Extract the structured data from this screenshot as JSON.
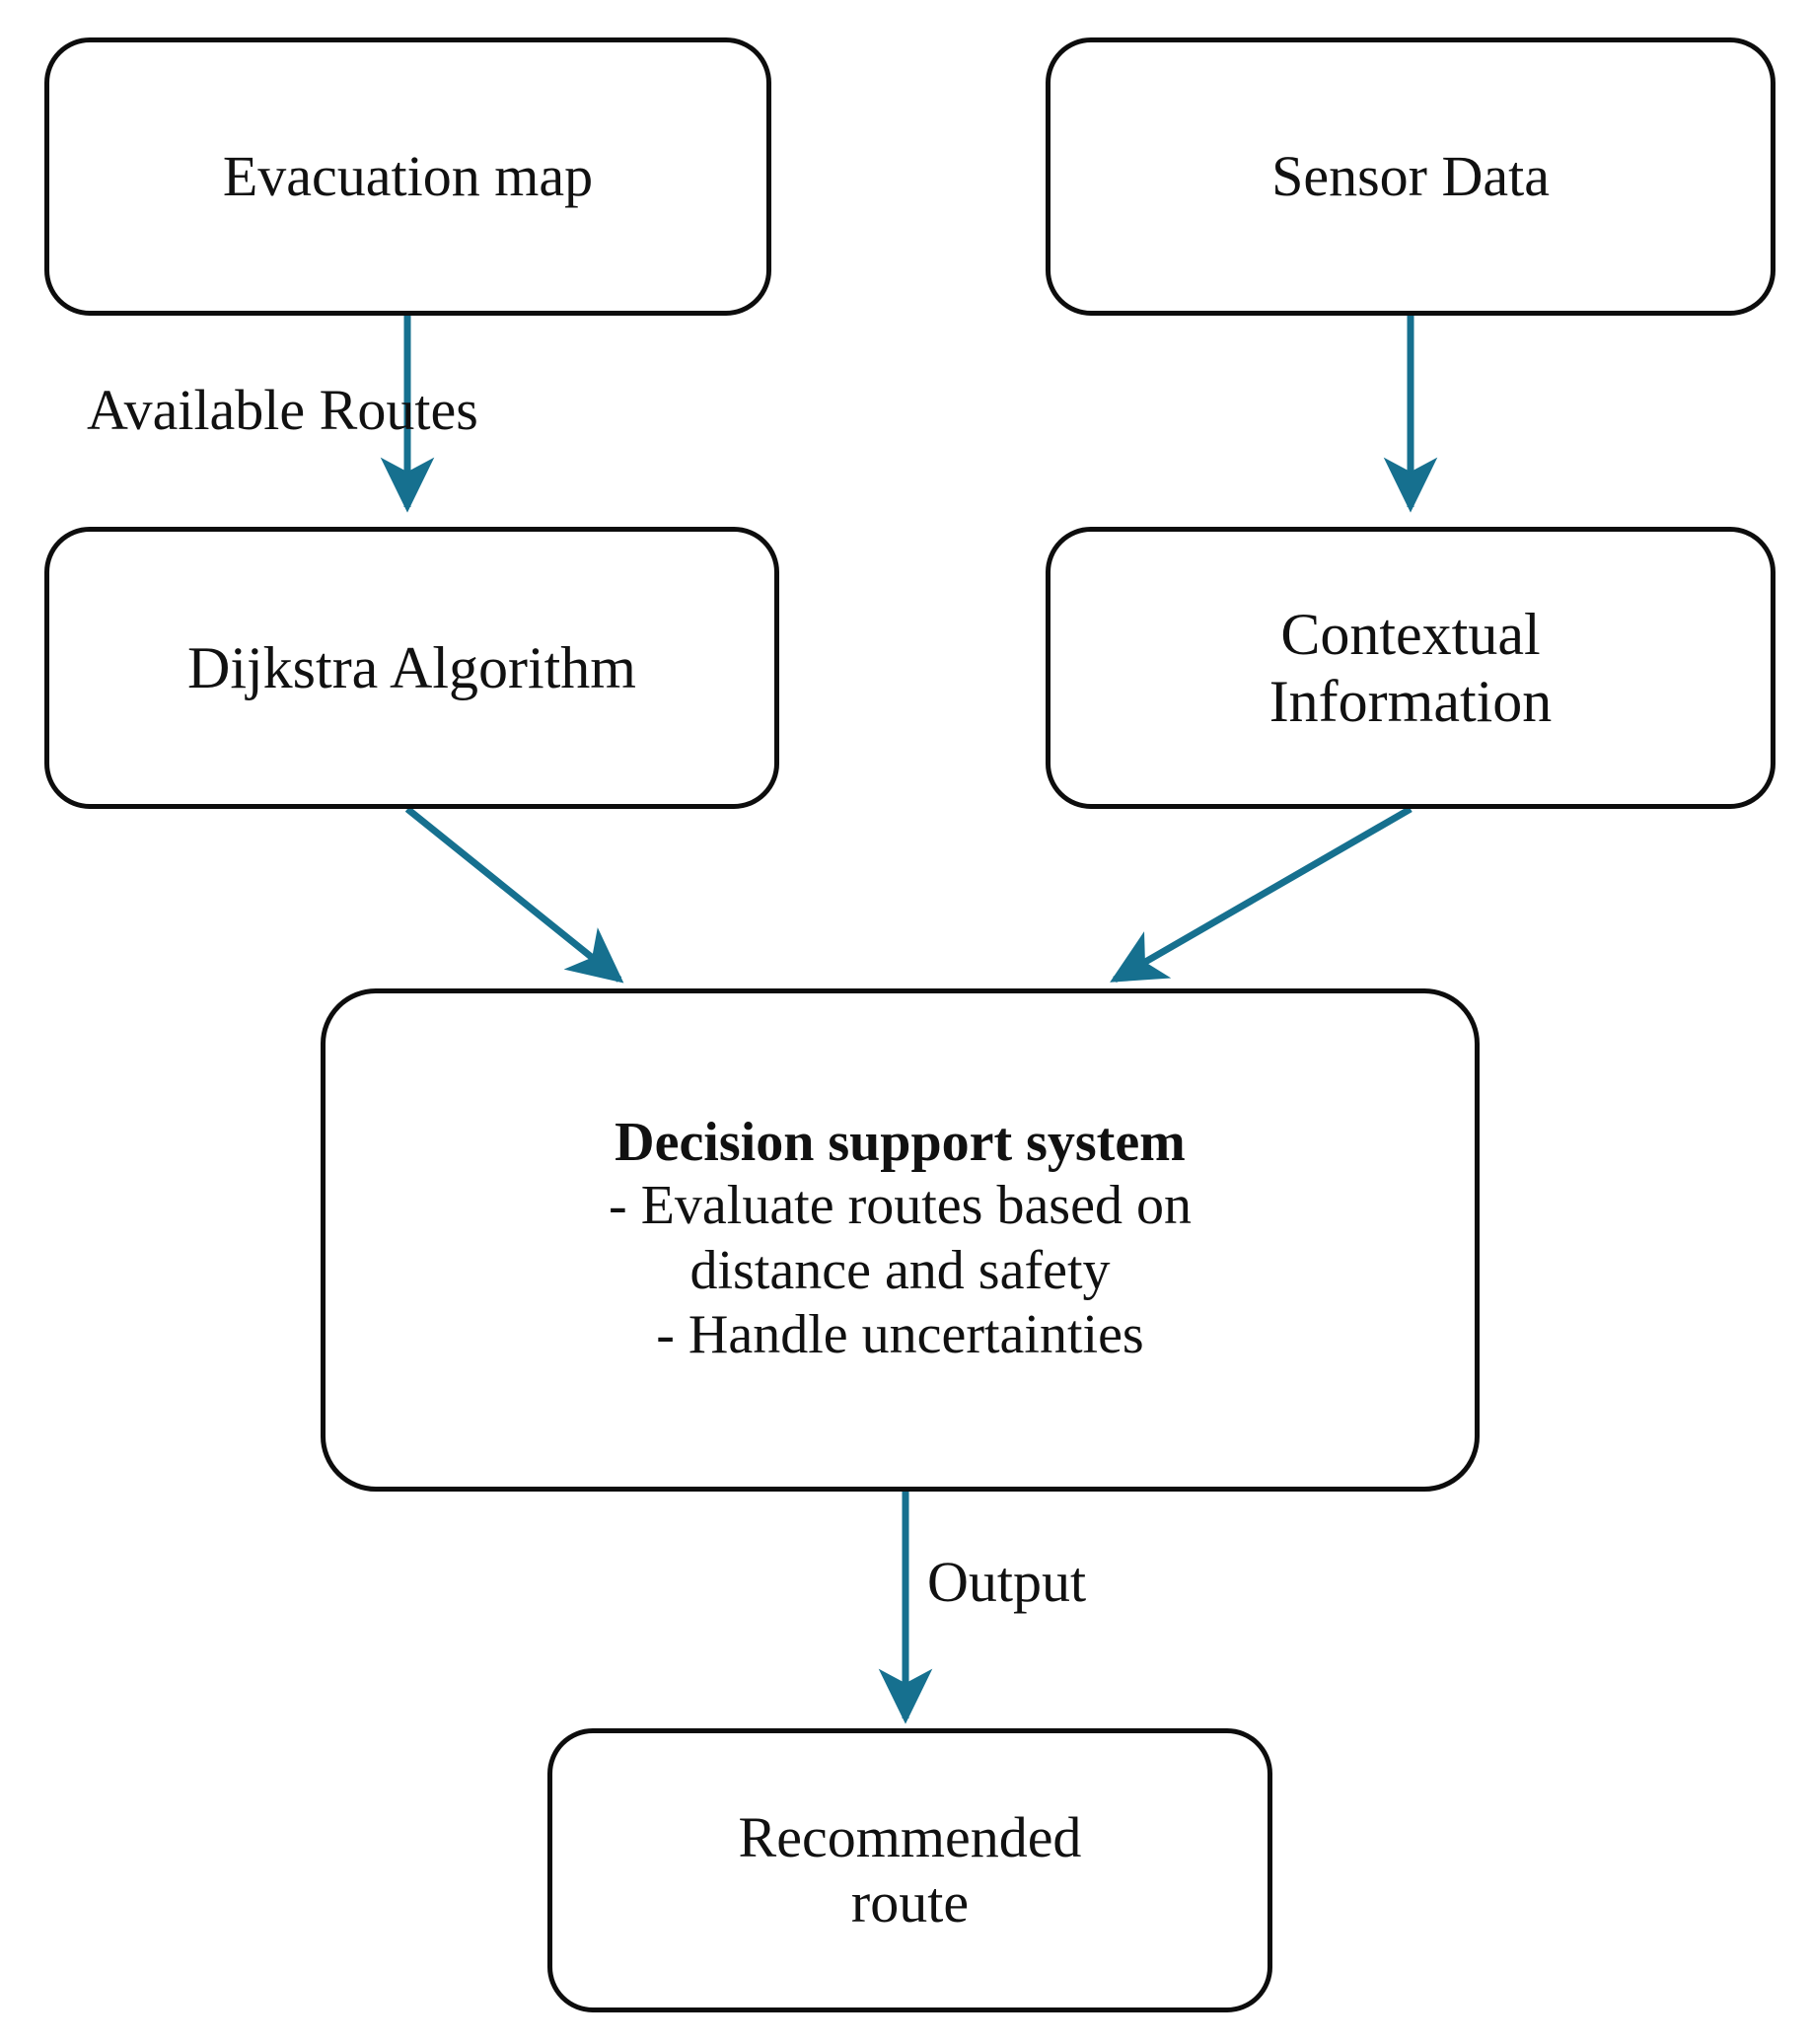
{
  "diagram": {
    "title": "Evacuation route decision support flowchart",
    "accent_color": "#16708f",
    "node_border_color": "#0d0d0d",
    "background_color": "#ffffff",
    "nodes": [
      {
        "id": "evacuation-map",
        "label": "Evacuation map"
      },
      {
        "id": "sensor-data",
        "label": "Sensor Data"
      },
      {
        "id": "dijkstra",
        "label": "Dijkstra Algorithm"
      },
      {
        "id": "contextual",
        "label": "Contextual\nInformation"
      },
      {
        "id": "recommended",
        "label": "Recommended\nroute"
      }
    ],
    "decision_node": {
      "id": "decision-support-system",
      "title": "Decision support system",
      "bullets": [
        "-  Evaluate routes based on\ndistance and safety",
        "-    Handle uncertainties"
      ]
    },
    "edges": [
      {
        "id": "evacuation-map-to-dijkstra",
        "from": "evacuation-map",
        "to": "dijkstra",
        "label": "Available Routes"
      },
      {
        "id": "sensor-data-to-contextual",
        "from": "sensor-data",
        "to": "contextual",
        "label": ""
      },
      {
        "id": "dijkstra-to-decision",
        "from": "dijkstra",
        "to": "decision-support-system",
        "label": ""
      },
      {
        "id": "contextual-to-decision",
        "from": "contextual",
        "to": "decision-support-system",
        "label": ""
      },
      {
        "id": "decision-to-recommended",
        "from": "decision-support-system",
        "to": "recommended",
        "label": "Output"
      }
    ]
  }
}
